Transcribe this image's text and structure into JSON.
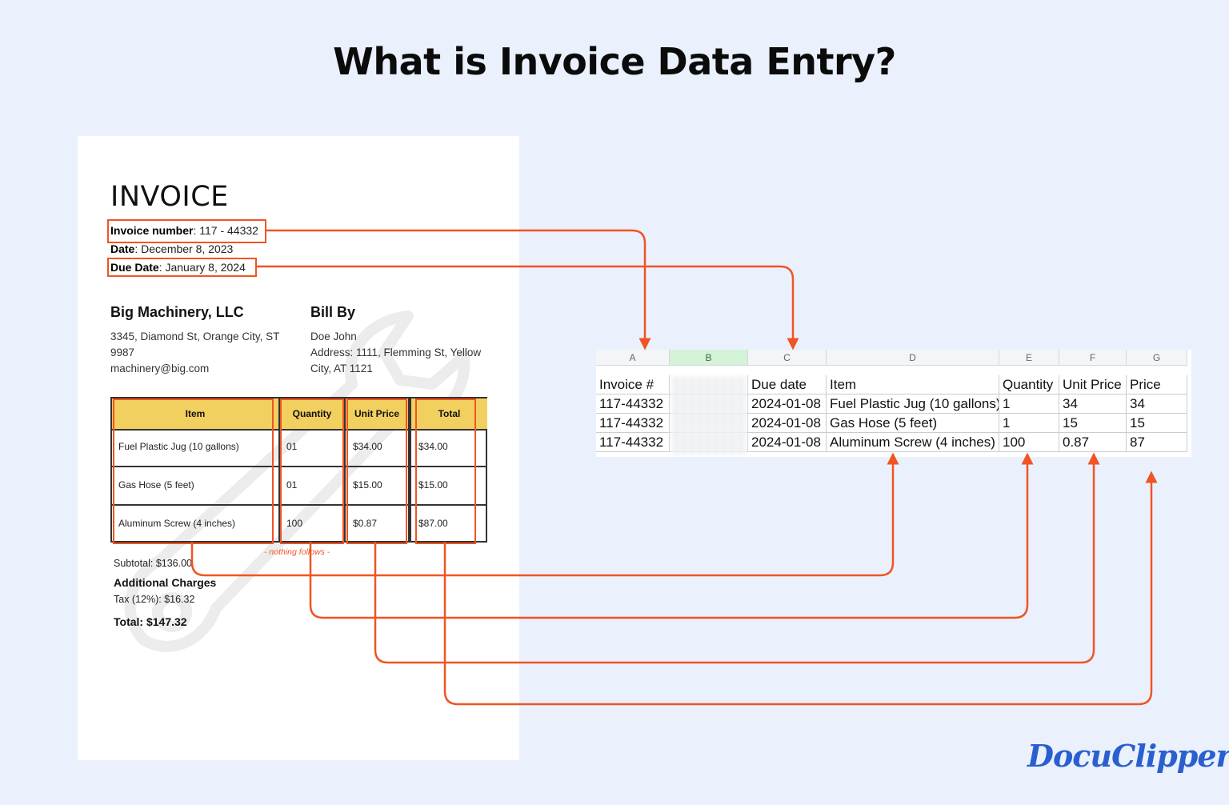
{
  "title": "What is Invoice Data Entry?",
  "invoice": {
    "heading": "INVOICE",
    "number_label": "Invoice number",
    "number_value": ": 117 - 44332",
    "date_label": "Date",
    "date_value": ": December 8, 2023",
    "due_label": "Due Date",
    "due_value": ": January 8, 2024",
    "seller": {
      "name": "Big Machinery, LLC",
      "address_line1": "3345, Diamond St, Orange City, ST",
      "address_line2": "9987",
      "email": "machinery@big.com"
    },
    "bill": {
      "title": "Bill By",
      "name": "Doe John",
      "address_line1": "Address: 1111, Flemming St, Yellow",
      "address_line2": "City, AT 1121"
    },
    "table": {
      "headers": [
        "Item",
        "Quantity",
        "Unit Price",
        "Total"
      ],
      "rows": [
        [
          "Fuel Plastic Jug (10 gallons)",
          "01",
          "$34.00",
          "$34.00"
        ],
        [
          "Gas Hose (5 feet)",
          "01",
          "$15.00",
          "$15.00"
        ],
        [
          "Aluminum Screw (4 inches)",
          "100",
          "$0.87",
          "$87.00"
        ]
      ]
    },
    "nothing_follows": "- nothing follows -",
    "subtotal": "Subtotal: $136.00",
    "additional_charges": "Additional Charges",
    "tax": "Tax (12%): $16.32",
    "total": "Total: $147.32"
  },
  "spreadsheet": {
    "columns": [
      "A",
      "B",
      "C",
      "D",
      "E",
      "F",
      "G"
    ],
    "selected_column": "B",
    "header_row": [
      "Invoice #",
      "",
      "Due date",
      "Item",
      "Quantity",
      "Unit Price",
      "Price"
    ],
    "rows": [
      [
        "117-44332",
        "",
        "2024-01-08",
        "Fuel Plastic Jug (10 gallons)",
        "1",
        "34",
        "34"
      ],
      [
        "117-44332",
        "",
        "2024-01-08",
        "Gas Hose (5 feet)",
        "1",
        "15",
        "15"
      ],
      [
        "117-44332",
        "",
        "2024-01-08",
        "Aluminum Screw (4 inches)",
        "100",
        "0.87",
        "87"
      ]
    ]
  },
  "logo": "DocuClipper",
  "colors": {
    "background": "#eaf1fc",
    "accent": "#f05423",
    "table_header": "#f2d060",
    "brand": "#2b5fd0"
  }
}
